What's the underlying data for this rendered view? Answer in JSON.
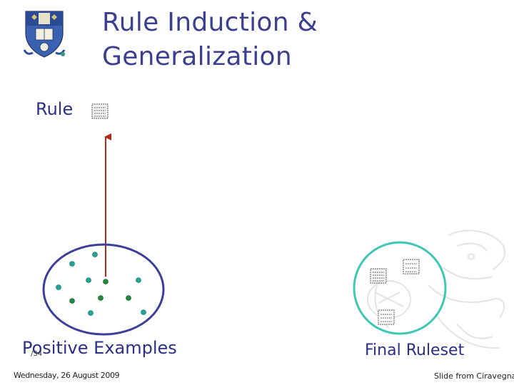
{
  "slide": {
    "title_line1": "Rule Induction &",
    "title_line2": "Generalization",
    "rule_label": "Rule",
    "positive_label": "Positive Examples",
    "final_label": "Final Ruleset",
    "slide_number": "/34",
    "footer_date": "Wednesday, 26 August 2009",
    "footer_credit": "Slide from Ciravegna"
  },
  "colors": {
    "title": "#3a3f8f",
    "text": "#2d2f86",
    "ellipse": "#3b3f9a",
    "circle": "#3cc8b4",
    "arrow": "#b02a1c",
    "dot_teal": "#1fa59a",
    "dot_green": "#1f8a3c"
  }
}
